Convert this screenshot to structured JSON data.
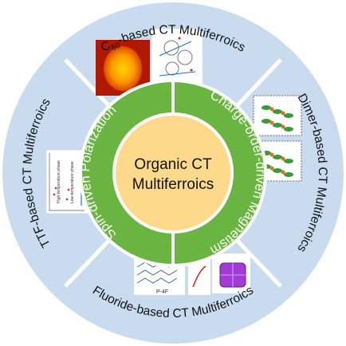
{
  "center": {
    "line1": "Organic CT",
    "line2": "Multiferroics"
  },
  "inner_ring": {
    "left": "Spin-driven Polarization",
    "right": "Charge-order-driven Magnetism"
  },
  "segments": {
    "top": "C60-based CT Multiferroics",
    "top_prefix": "C",
    "top_sub": "60",
    "top_rest": "-based CT Multiferroics",
    "right": "Dimer-based CT Multiferroics",
    "bottom": "Fluoride-based CT Multiferroics",
    "left": "TTF-based CT Multiferroics"
  },
  "figure_labels": {
    "p4f": "P-4F",
    "high_temp": "High-temperature phase",
    "low_temp": "Low-temperature phase"
  },
  "colors": {
    "outer_segment": "#c9dcef",
    "separator": "#ffffff",
    "inner_ring": "#6ab541",
    "center": "#fdd98c",
    "inner_outline": "#ffffff"
  }
}
